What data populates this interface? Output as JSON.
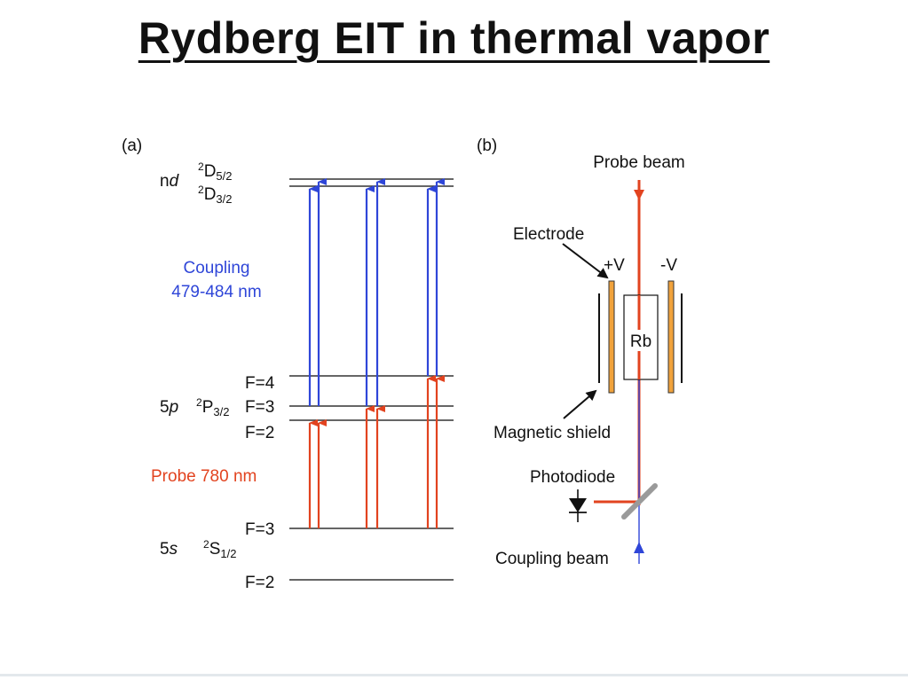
{
  "title": "Rydberg EIT in thermal vapor",
  "colors": {
    "coupling": "#2f46d8",
    "probe": "#e2431f",
    "electrode": "#f0a23c",
    "level_line": "#333333",
    "mirror": "#9a9a9a"
  },
  "panel_a": {
    "tag": "(a)",
    "nd_label": {
      "n": "n",
      "d": "d"
    },
    "d52": {
      "sup": "2",
      "base": "D",
      "sub": "5/2"
    },
    "d32": {
      "sup": "2",
      "base": "D",
      "sub": "3/2"
    },
    "coupling_line1": "Coupling",
    "coupling_line2": "479-484 nm",
    "p_f4": "F=4",
    "p_f3": "F=3",
    "p_f2": "F=2",
    "p_name": {
      "n": "5",
      "l": "p"
    },
    "p32": {
      "sup": "2",
      "base": "P",
      "sub": "3/2"
    },
    "probe_label": "Probe 780 nm",
    "s_f3": "F=3",
    "s_f2": "F=2",
    "s_name": {
      "n": "5",
      "l": "s"
    },
    "s12": {
      "sup": "2",
      "base": "S",
      "sub": "1/2"
    }
  },
  "panel_b": {
    "tag": "(b)",
    "probe_beam": "Probe beam",
    "electrode": "Electrode",
    "plus_v": "+V",
    "minus_v": "-V",
    "rb": "Rb",
    "magnetic_shield": "Magnetic shield",
    "photodiode": "Photodiode",
    "coupling_beam": "Coupling beam"
  }
}
